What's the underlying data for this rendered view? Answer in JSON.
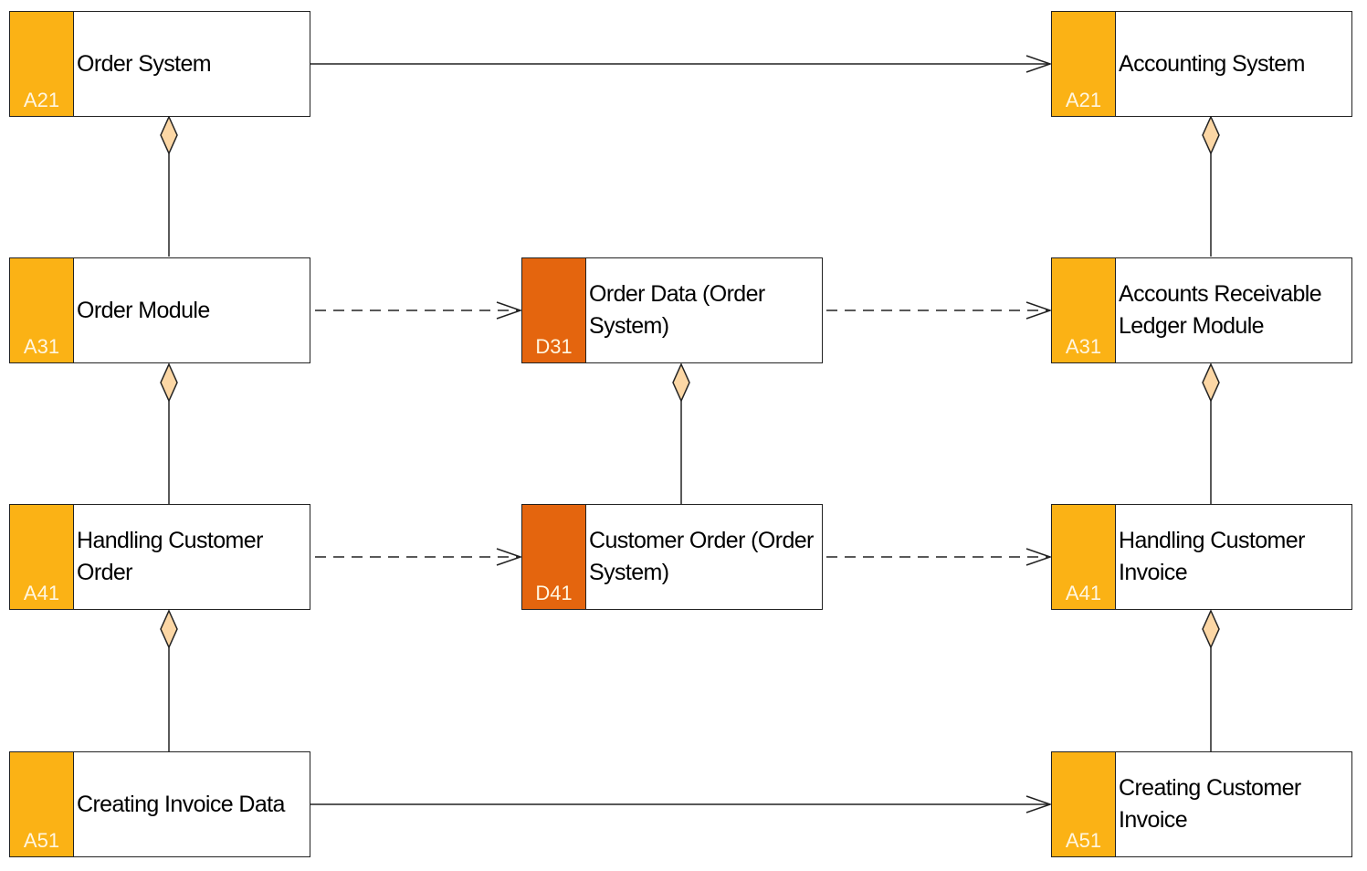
{
  "nodes": {
    "order_system": {
      "code": "A21",
      "label": "Order System"
    },
    "accounting_system": {
      "code": "A21",
      "label": "Accounting System"
    },
    "order_module": {
      "code": "A31",
      "label": "Order Module"
    },
    "order_data": {
      "code": "D31",
      "label": "Order Data (Order System)"
    },
    "ar_ledger_module": {
      "code": "A31",
      "label": "Accounts Receivable Ledger Module"
    },
    "handling_customer_order": {
      "code": "A41",
      "label": "Handling Customer Order"
    },
    "customer_order": {
      "code": "D41",
      "label": "Customer Order (Order System)"
    },
    "handling_customer_invoice": {
      "code": "A41",
      "label": "Handling Customer Invoice"
    },
    "creating_invoice_data": {
      "code": "A51",
      "label": "Creating Invoice Data"
    },
    "creating_customer_invoice": {
      "code": "A51",
      "label": "Creating Customer Invoice"
    }
  },
  "edges": [
    {
      "from": "order_system",
      "to": "accounting_system",
      "type": "flow"
    },
    {
      "from": "order_module",
      "to": "order_system",
      "type": "aggregation"
    },
    {
      "from": "handling_customer_order",
      "to": "order_module",
      "type": "aggregation"
    },
    {
      "from": "creating_invoice_data",
      "to": "handling_customer_order",
      "type": "aggregation"
    },
    {
      "from": "ar_ledger_module",
      "to": "accounting_system",
      "type": "aggregation"
    },
    {
      "from": "handling_customer_invoice",
      "to": "ar_ledger_module",
      "type": "aggregation"
    },
    {
      "from": "creating_customer_invoice",
      "to": "handling_customer_invoice",
      "type": "aggregation"
    },
    {
      "from": "customer_order",
      "to": "order_data",
      "type": "aggregation"
    },
    {
      "from": "order_module",
      "to": "order_data",
      "type": "access"
    },
    {
      "from": "order_data",
      "to": "ar_ledger_module",
      "type": "access"
    },
    {
      "from": "handling_customer_order",
      "to": "customer_order",
      "type": "access"
    },
    {
      "from": "customer_order",
      "to": "handling_customer_invoice",
      "type": "access"
    },
    {
      "from": "creating_invoice_data",
      "to": "creating_customer_invoice",
      "type": "flow"
    }
  ],
  "colors": {
    "application_component": "#fbb215",
    "data_object": "#e4650e",
    "aggregation_diamond": "#fcd7a5",
    "line": "#222222"
  }
}
